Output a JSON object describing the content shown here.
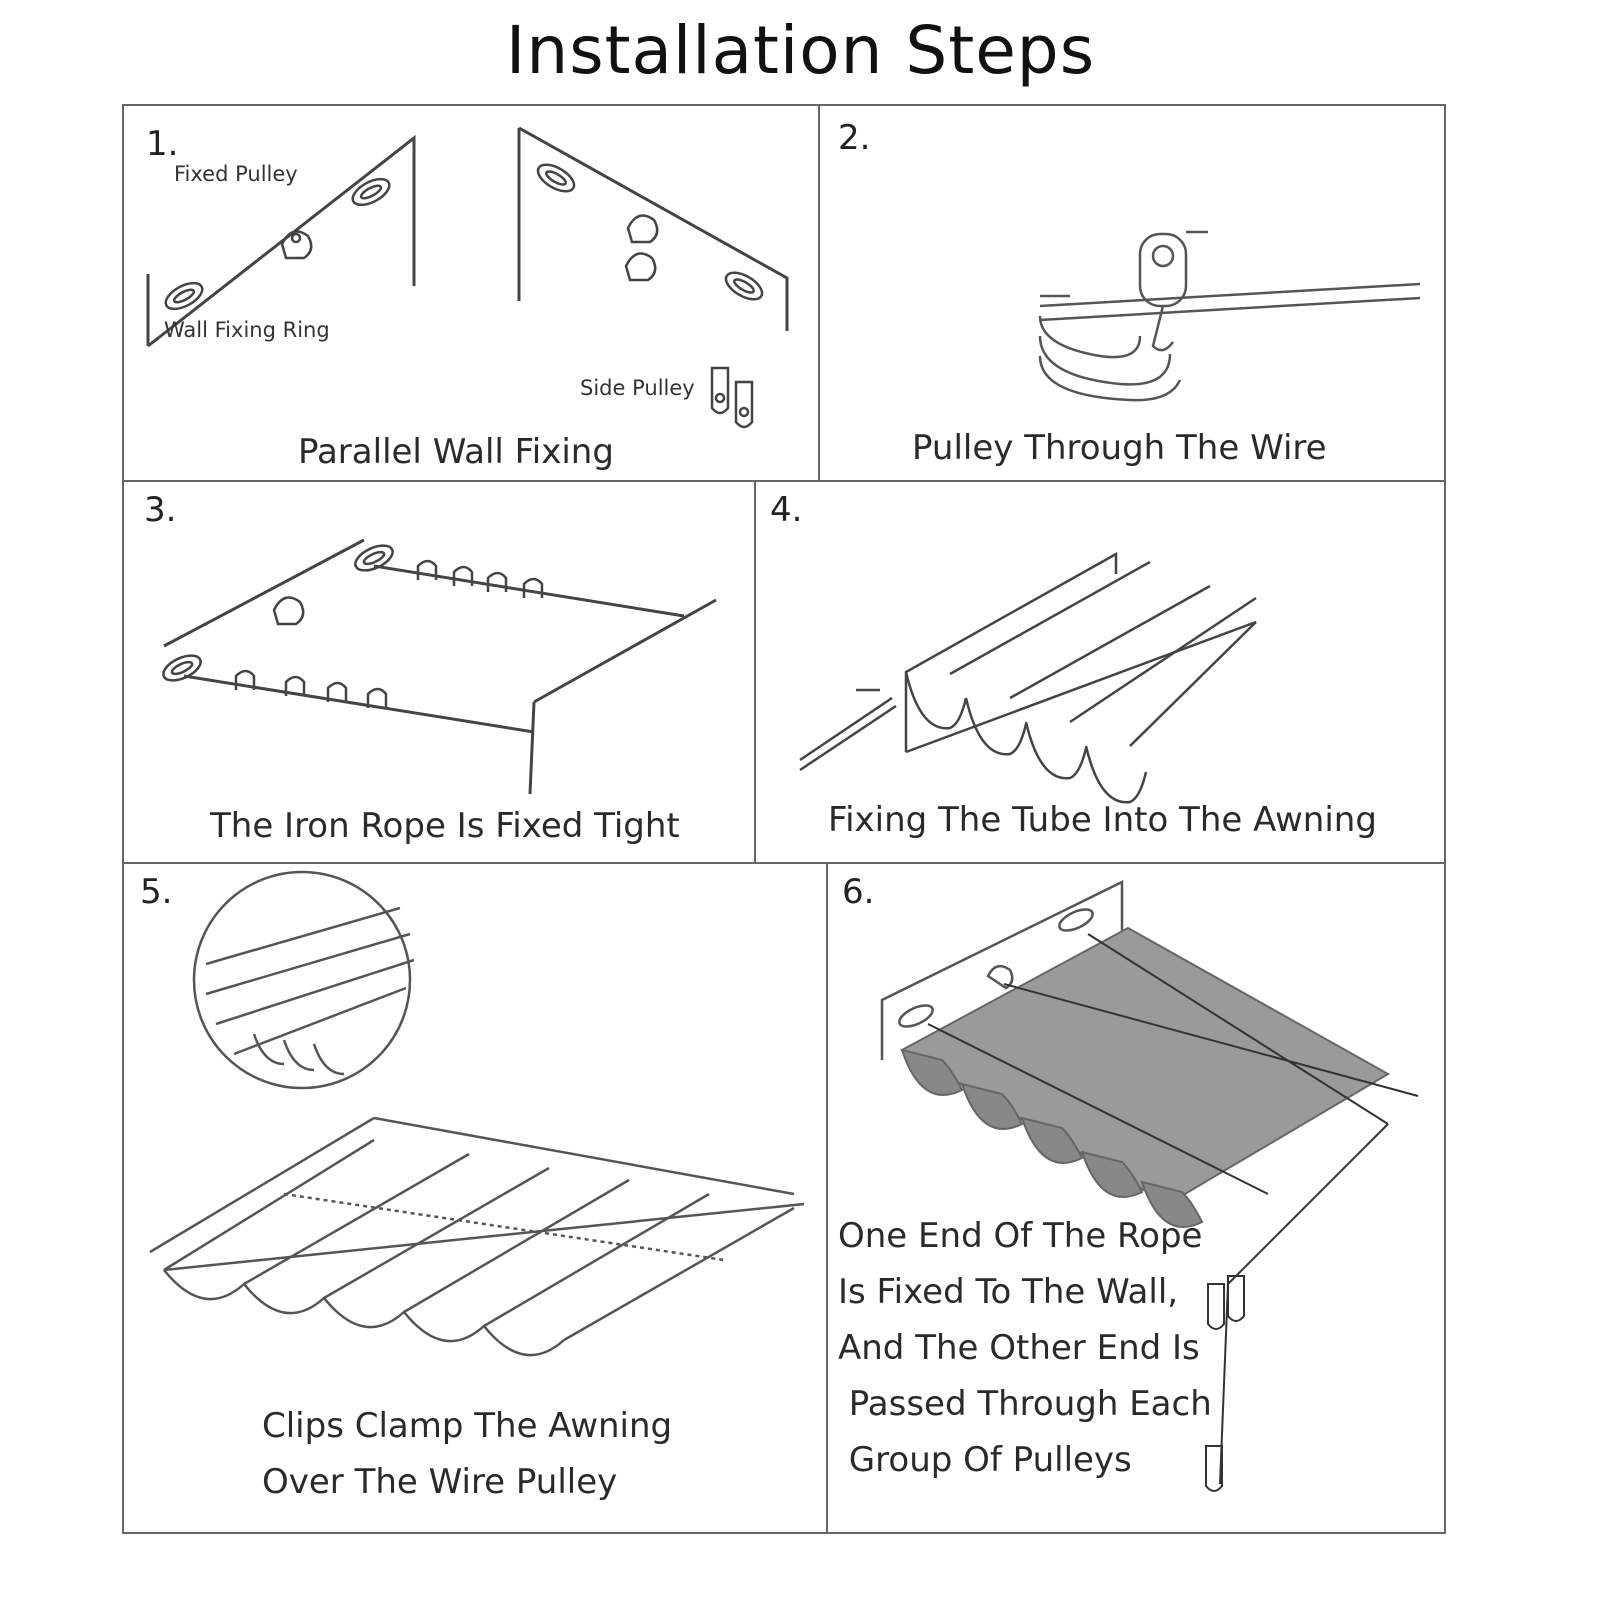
{
  "title": "Installation Steps",
  "steps": [
    {
      "number": "1.",
      "caption": "Parallel Wall Fixing",
      "labels": {
        "fixed_pulley": "Fixed Pulley",
        "wall_fixing_ring": "Wall Fixing Ring",
        "side_pulley": "Side Pulley"
      }
    },
    {
      "number": "2.",
      "caption": "Pulley Through The Wire"
    },
    {
      "number": "3.",
      "caption": "The Iron Rope Is Fixed Tight"
    },
    {
      "number": "4.",
      "caption": "Fixing The Tube Into The Awning"
    },
    {
      "number": "5.",
      "caption_lines": [
        "Clips Clamp The Awning",
        "Over The Wire Pulley"
      ]
    },
    {
      "number": "6.",
      "caption_lines": [
        "One End Of The Rope",
        "Is Fixed To The Wall,",
        "And The Other End Is",
        " Passed Through Each",
        " Group Of Pulleys"
      ]
    }
  ]
}
